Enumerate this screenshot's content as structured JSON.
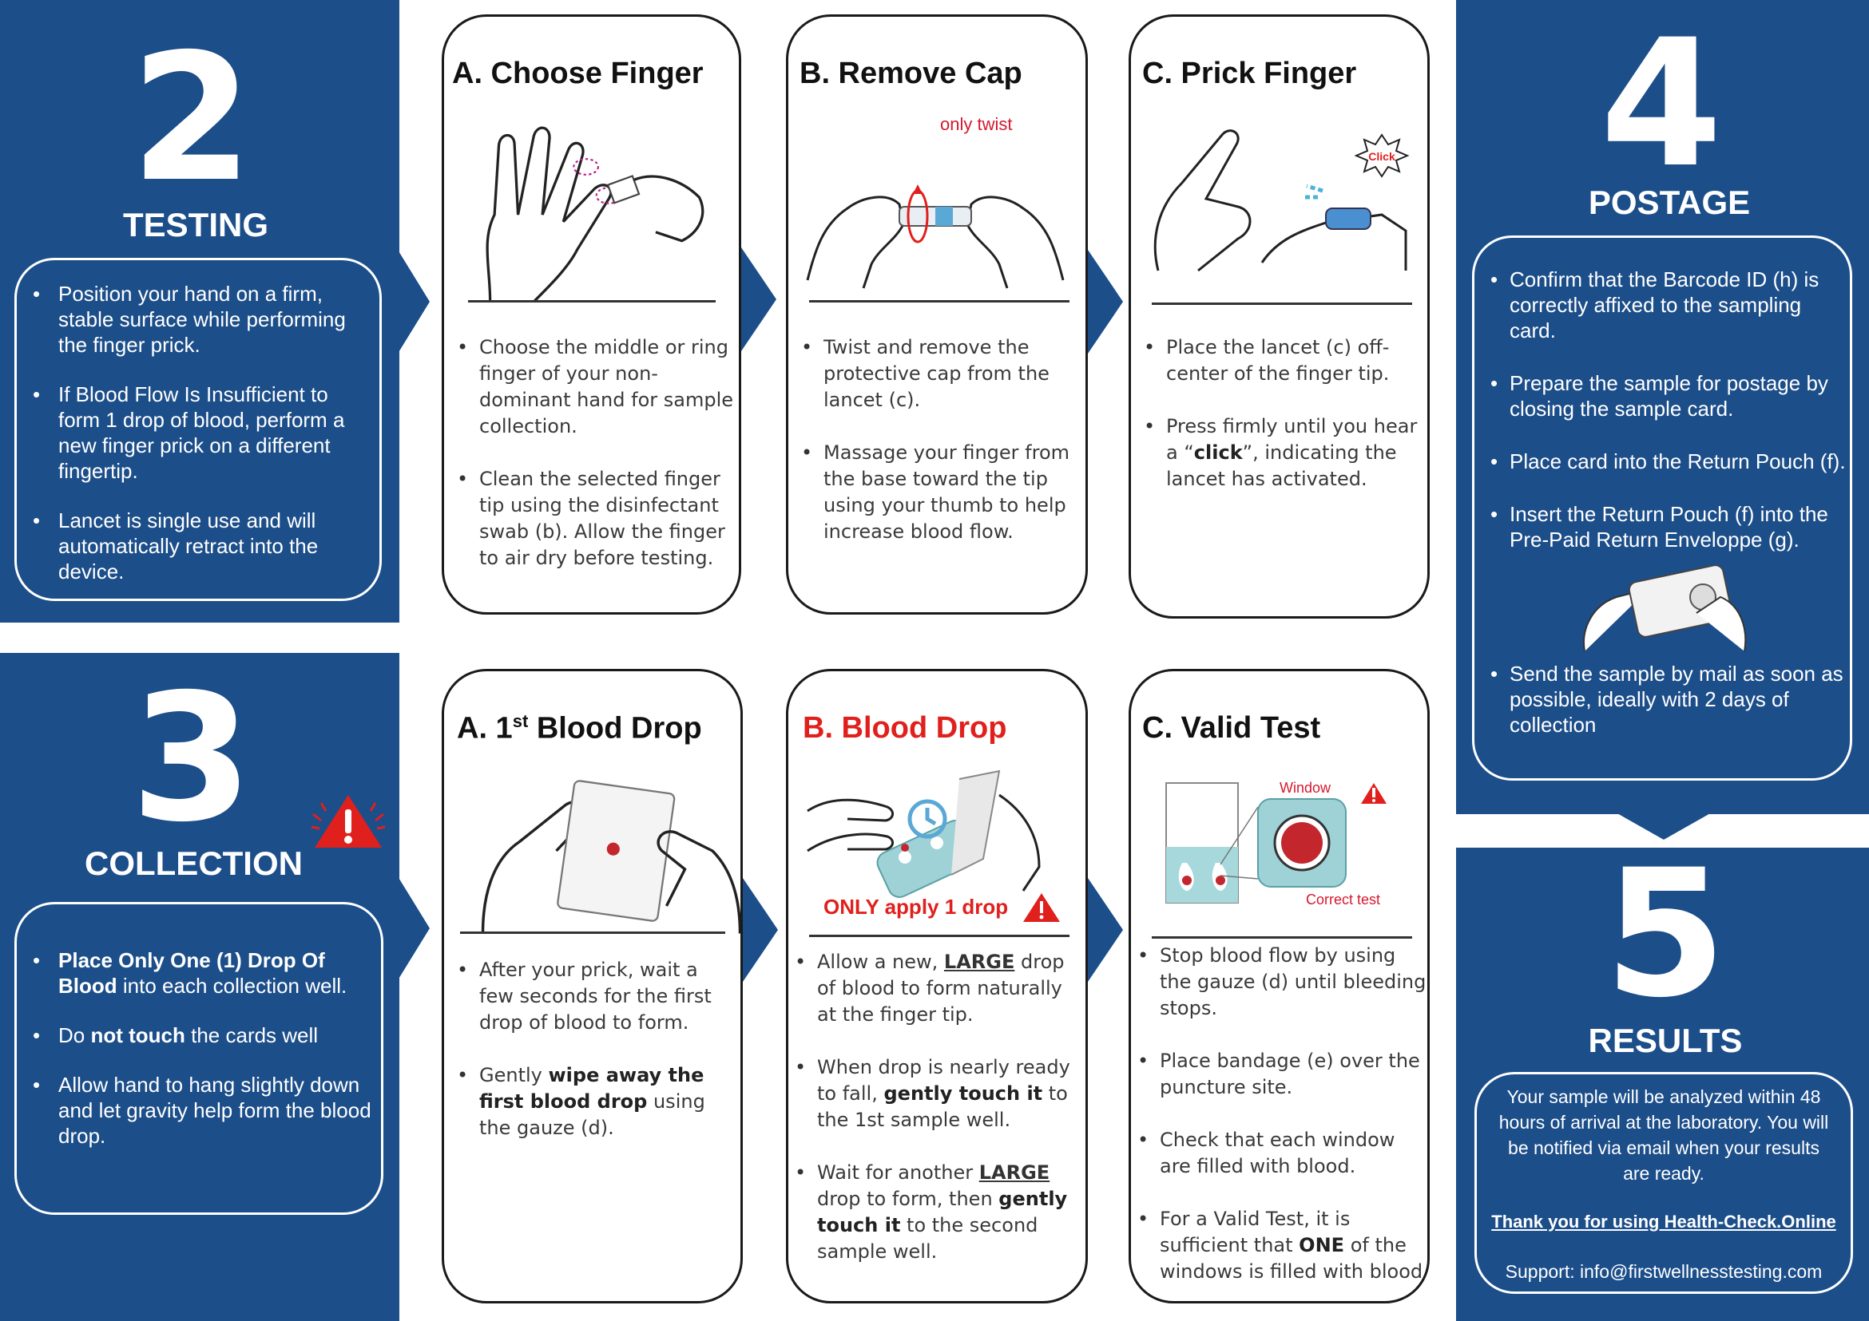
{
  "testing": {
    "number": "2",
    "title": "TESTING",
    "bullets": [
      "Position your hand on a firm, stable surface while performing the finger prick.",
      "If Blood Flow Is Insufficient to form 1 drop of blood, perform a new finger prick on a different fingertip.",
      "Lancet is single use and will automatically retract into the device."
    ]
  },
  "collection": {
    "number": "3",
    "title": "COLLECTION",
    "bullet1_bold": "Place Only One (1) Drop Of Blood",
    "bullet1_rest": " into each collection well.",
    "bullet2_pre": "Do ",
    "bullet2_bold": "not touch",
    "bullet2_rest": " the cards well",
    "bullet3": "Allow hand to hang slightly down and let gravity help form the blood drop."
  },
  "steps_top": {
    "a": {
      "title": "A.  Choose Finger",
      "bullets": [
        "Choose the middle or ring finger of your non-dominant hand for sample collection.",
        "Clean the selected finger tip using the disinfectant swab (b). Allow the finger to air dry before testing."
      ]
    },
    "b": {
      "title": "B.  Remove Cap",
      "note": "only twist",
      "bullets": [
        "Twist and remove the protective cap from the lancet (c).",
        "Massage your finger from the base toward the tip using your thumb to help increase blood flow."
      ]
    },
    "c": {
      "title": "C.  Prick Finger",
      "click": "Click",
      "bullet1": "Place the lancet (c) off-center of the finger tip.",
      "bullet2_pre": "Press firmly until you hear a “",
      "bullet2_bold": "click",
      "bullet2_rest": "”, indicating the lancet has activated."
    }
  },
  "steps_bottom": {
    "a": {
      "title_pre": "A.   1",
      "title_sup": "st",
      "title_post": " Blood Drop",
      "bullet1": "After your prick, wait a few seconds for the first drop of blood to form.",
      "bullet2_pre": "Gently ",
      "bullet2_bold": "wipe away the first blood drop",
      "bullet2_rest": " using the gauze (d)."
    },
    "b": {
      "title": "B.  Blood Drop",
      "warning": "ONLY apply 1 drop",
      "b1_pre": "Allow a new, ",
      "b1_bold": "LARGE",
      "b1_rest": " drop of blood to form naturally at the finger tip.",
      "b2_pre": "When drop is nearly ready to fall, ",
      "b2_bold": "gently touch it",
      "b2_rest": " to the 1st sample well.",
      "b3_pre": "Wait for another ",
      "b3_bold": "LARGE",
      "b3_mid": " drop to form, then ",
      "b3_bold2": "gently touch it",
      "b3_rest": " to the second sample well."
    },
    "c": {
      "title": "C.  Valid Test",
      "window": "Window",
      "correct": "Correct test",
      "bullet1": "Stop blood flow by using the gauze (d) until bleeding stops.",
      "bullet2": "Place bandage (e) over the puncture site.",
      "bullet3": "Check that each window are filled with blood.",
      "bullet4_pre": "For a Valid Test, it is sufficient that ",
      "bullet4_bold": "ONE",
      "bullet4_rest": " of the windows is filled with blood"
    }
  },
  "postage": {
    "number": "4",
    "title": "POSTAGE",
    "bullets": [
      "Confirm that the Barcode ID (h) is correctly affixed to the sampling card.",
      "Prepare the sample for postage by closing the sample card.",
      "Place card into the Return Pouch (f).",
      "Insert the Return Pouch (f) into the Pre-Paid Return Enveloppe (g)."
    ],
    "last_bullet": "Send the sample by mail as soon as possible, ideally with 2 days of collection"
  },
  "results": {
    "number": "5",
    "title": "RESULTS",
    "text": "Your sample will be analyzed within 48 hours of arrival at the laboratory. You will be notified via email when your results are ready.",
    "thanks": "Thank you for using Health-Check.Online",
    "support": "Support: info@firstwellnesstesting.com"
  },
  "colors": {
    "blue": "#1c4e8a",
    "red": "#e0201d"
  }
}
